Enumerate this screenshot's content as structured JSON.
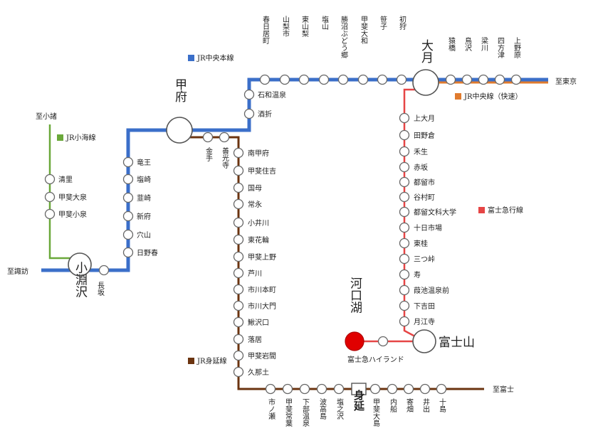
{
  "colors": {
    "chuo": "#3b6fc9",
    "chuo_rapid": "#e07b2e",
    "fujikyu": "#e64545",
    "minobu": "#6b3410",
    "koumi": "#6aa83a",
    "kawaguchiko": "#e00000"
  },
  "legend": {
    "chuo": "JR中央本線",
    "chuo_rapid": "JR中央線（快速）",
    "koumi": "JR小海線",
    "fujikyu": "富士急行線",
    "minobu": "JR身延線"
  },
  "directions": {
    "tokyo": "至東京",
    "komoro": "至小諸",
    "suwa": "至諏訪",
    "fuji": "至富士"
  },
  "major": {
    "otsuki": "大月",
    "kofu": "甲府",
    "kobuchizawa": "小淵沢",
    "kawaguchiko": "河口湖",
    "fujisan": "富士山",
    "minobu": "身延"
  },
  "chuo_top": [
    "春日居町",
    "山梨市",
    "東山梨",
    "塩山",
    "勝沼ぶどう郷",
    "甲斐大和",
    "笹子",
    "初狩"
  ],
  "chuo_east": [
    "猿橋",
    "鳥沢",
    "梁川",
    "四方津",
    "上野原"
  ],
  "chuo_vertical": [
    "石和温泉",
    "酒折"
  ],
  "chuo_west": [
    "竜王",
    "塩崎",
    "韮崎",
    "新府",
    "穴山",
    "日野春"
  ],
  "nagasaka": "長坂",
  "koumi_stations": [
    "清里",
    "甲斐大泉",
    "甲斐小泉"
  ],
  "fujikyu_stations": [
    "上大月",
    "田野倉",
    "禾生",
    "赤坂",
    "都留市",
    "谷村町",
    "都留文科大学",
    "十日市場",
    "東桂",
    "三つ峠",
    "寿",
    "葭池温泉前",
    "下吉田",
    "月江寺"
  ],
  "highland": "富士急ハイランド",
  "minobu_top": [
    "金手",
    "善光寺"
  ],
  "minobu_vertical": [
    "南甲府",
    "甲斐住吉",
    "国母",
    "常永",
    "小井川",
    "東花輪",
    "甲斐上野",
    "芦川",
    "市川本町",
    "市川大門",
    "鰍沢口",
    "落居",
    "甲斐岩間",
    "久那土"
  ],
  "minobu_bottom_left": [
    "市ノ瀬",
    "甲斐常葉",
    "下部温泉",
    "波高島",
    "塩之沢"
  ],
  "minobu_bottom_right": [
    "甲斐大島",
    "内船",
    "寄畑",
    "井出",
    "十島"
  ]
}
